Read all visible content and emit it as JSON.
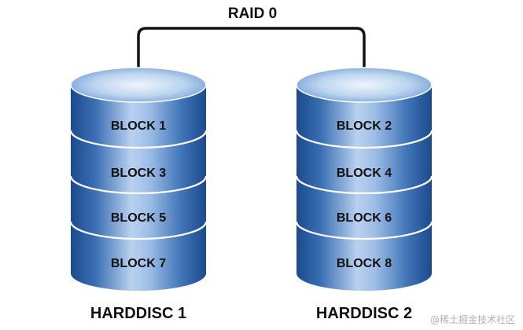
{
  "title": "RAID 0",
  "colors": {
    "cylinder_dark": "#1f4f95",
    "cylinder_mid": "#4f86c6",
    "cylinder_light": "#cfe0f3",
    "top_face": "#a9c7ea",
    "top_face_center": "#e8f1fb",
    "separator": "#ffffff",
    "connector": "#111111"
  },
  "disks": [
    {
      "name": "HARDDISC 1",
      "blocks": [
        "BLOCK 1",
        "BLOCK 3",
        "BLOCK 5",
        "BLOCK 7"
      ]
    },
    {
      "name": "HARDDISC 2",
      "blocks": [
        "BLOCK 2",
        "BLOCK 4",
        "BLOCK 6",
        "BLOCK 8"
      ]
    }
  ],
  "watermark": "@稀土掘金技术社区"
}
